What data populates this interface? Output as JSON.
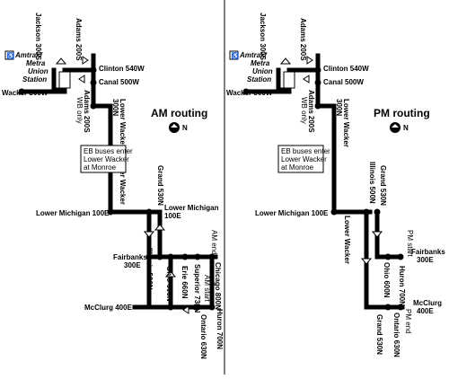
{
  "am": {
    "title": "AM routing",
    "compass": "N",
    "note": [
      "EB buses enter",
      "Lower Wacker",
      "at Monroe"
    ],
    "labels": {
      "jackson": "Jackson 300S",
      "adams_top": "Adams 200S",
      "amtrak": [
        "Amtrak/",
        "Metra",
        "Union",
        "Station"
      ],
      "clinton": "Clinton 540W",
      "canal": "Canal 500W",
      "wacker": "Wacker 300W",
      "adams_wb": "Adams 200S",
      "wb_only": "WB only",
      "lower_wacker_300n": [
        "Lower Wacker",
        "300N"
      ],
      "lower_wacker": "Lower Wacker",
      "grand": "Grand 530N",
      "lower_michigan_100e": "Lower Michigan 100E",
      "lower_michigan_right": [
        "Lower Michigan",
        "100E"
      ],
      "fairbanks": [
        "Fairbanks",
        "300E"
      ],
      "illinois": "Illinois 500N",
      "ohio": "Ohio 600N",
      "erie": "Erie 660N",
      "superior": "Superior 730N",
      "am_start": "AM start",
      "am_end": "AM end",
      "chicago": "Chicago 800N",
      "huron": "Huron 700N",
      "mcclurg": "McClurg 400E",
      "ontario": "Ontario 630N"
    }
  },
  "pm": {
    "title": "PM routing",
    "compass": "N",
    "note": [
      "EB buses enter",
      "Lower Wacker",
      "at Monroe"
    ],
    "labels": {
      "jackson": "Jackson 300S",
      "adams_top": "Adams 200S",
      "amtrak": [
        "Amtrak/",
        "Metra",
        "Union",
        "Station"
      ],
      "clinton": "Clinton 540W",
      "canal": "Canal 500W",
      "wacker": "Wacker 300W",
      "adams_wb": "Adams 200S",
      "wb_only": "WB only",
      "lower_wacker_300n": [
        "Lower Wacker",
        "300N"
      ],
      "lower_wacker": "Lower Wacker",
      "illinois": "Illinois 500N",
      "grand": "Grand 530N",
      "lower_michigan_100e": "Lower Michigan 100E",
      "pm_start": "PM start",
      "fairbanks": [
        "Fairbanks",
        "300E"
      ],
      "ohio": "Ohio 600N",
      "huron": "Huron 700N",
      "mcclurg": [
        "McClurg",
        "400E"
      ],
      "grand_bottom": "Grand 530N",
      "ontario": "Ontario 630N",
      "pm_end": "PM end"
    }
  }
}
